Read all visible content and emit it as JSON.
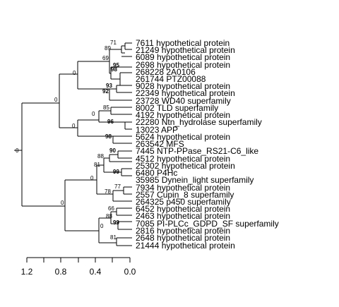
{
  "tree": {
    "leaves": [
      "7611 hypothetical protein",
      "21249 hypothetical protein",
      "6089 hypothetical protein",
      "2698 hypothetical protein",
      "268228 2A0106",
      "261744 PTZ00088",
      "9028 hypothetical protein",
      "22349 hypothetical protein",
      "23728 WD40 superfamily",
      "8002 TLD superfamily",
      "4192 hypothetical protein",
      "22280 Ntn_hydrolase superfamily",
      "13023 APP",
      "5624 hypothetical protein",
      "263542 MFS",
      "7445 NTP-PPase_RS21-C6_like",
      "4512 hypothetical protein",
      "25302 hypothetical protein",
      "6480 P4Hc",
      "35985 Dynein_light superfamily",
      "7934 hypothetical protein",
      "2557 Cupin_8 superfamily",
      "264325 p450 superfamily",
      "6452 hypothetical protein",
      "2463 hypothetical protein",
      "7085 PI-PLCc_GDPD_SF superfamily",
      "2816 hypothetical protein",
      "2648 hypothetical protein",
      "21444 hypothetical protein"
    ],
    "supports": [
      {
        "label": "71",
        "bold": false
      },
      {
        "label": "89",
        "bold": false
      },
      {
        "label": "69",
        "bold": false
      },
      {
        "label": "95",
        "bold": true
      },
      {
        "label": "98",
        "bold": true
      },
      {
        "label": "0",
        "bold": false
      },
      {
        "label": "93",
        "bold": true
      },
      {
        "label": "92",
        "bold": true
      },
      {
        "label": "0",
        "bold": false
      },
      {
        "label": "85",
        "bold": false
      },
      {
        "label": "0",
        "bold": false
      },
      {
        "label": "96",
        "bold": true
      },
      {
        "label": "0",
        "bold": false
      },
      {
        "label": "98",
        "bold": true
      },
      {
        "label": "0",
        "bold": false
      },
      {
        "label": "90",
        "bold": true
      },
      {
        "label": "88",
        "bold": false
      },
      {
        "label": "81",
        "bold": false
      },
      {
        "label": "99",
        "bold": true
      },
      {
        "label": "0",
        "bold": false
      },
      {
        "label": "77",
        "bold": false
      },
      {
        "label": "78",
        "bold": false
      },
      {
        "label": "0",
        "bold": false
      },
      {
        "label": "66",
        "bold": false
      },
      {
        "label": "88",
        "bold": false
      },
      {
        "label": "99",
        "bold": true
      },
      {
        "label": "0",
        "bold": false
      },
      {
        "label": "81",
        "bold": false
      },
      {
        "label": "0",
        "bold": false
      }
    ]
  },
  "axis": {
    "ticks": [
      "1.2",
      "0.8",
      "0.4",
      "0.0"
    ]
  }
}
